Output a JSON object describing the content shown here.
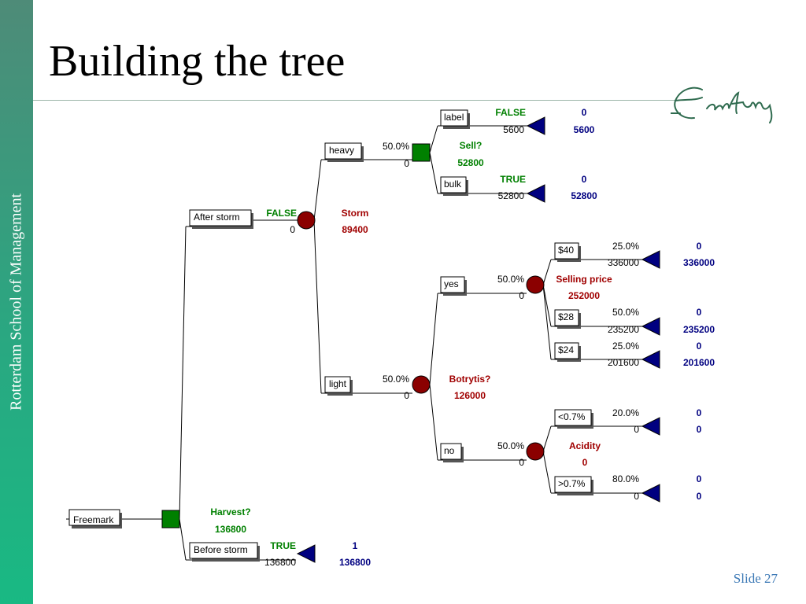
{
  "slide": {
    "title": "Building the tree",
    "sidebar_text": "Rotterdam School of Management",
    "footer": "Slide 27",
    "logo_text": "Erasmus"
  },
  "tree": {
    "root_label": "Freemark",
    "harvest": {
      "name": "Harvest?",
      "value": "136800"
    },
    "before_storm": {
      "label": "Before storm",
      "flag": "TRUE",
      "payoff": "136800",
      "prob": "1",
      "value": "136800"
    },
    "after_storm": {
      "label": "After storm",
      "flag": "FALSE",
      "payoff": "0"
    },
    "storm": {
      "name": "Storm",
      "value": "89400"
    },
    "heavy": {
      "label": "heavy",
      "prob": "50.0%",
      "payoff": "0"
    },
    "sell": {
      "name": "Sell?",
      "value": "52800"
    },
    "label_branch": {
      "label": "label",
      "flag": "FALSE",
      "payoff": "5600",
      "prob": "0",
      "value": "5600"
    },
    "bulk": {
      "label": "bulk",
      "flag": "TRUE",
      "payoff": "52800",
      "prob": "0",
      "value": "52800"
    },
    "light": {
      "label": "light",
      "prob": "50.0%",
      "payoff": "0"
    },
    "botrytis": {
      "name": "Botrytis?",
      "value": "126000"
    },
    "yes": {
      "label": "yes",
      "prob": "50.0%",
      "payoff": "0"
    },
    "selling_price": {
      "name": "Selling price",
      "value": "252000"
    },
    "p40": {
      "label": "$40",
      "prob": "25.0%",
      "payoff": "336000",
      "end_prob": "0",
      "value": "336000"
    },
    "p28": {
      "label": "$28",
      "prob": "50.0%",
      "payoff": "235200",
      "end_prob": "0",
      "value": "235200"
    },
    "p24": {
      "label": "$24",
      "prob": "25.0%",
      "payoff": "201600",
      "end_prob": "0",
      "value": "201600"
    },
    "no": {
      "label": "no",
      "prob": "50.0%",
      "payoff": "0"
    },
    "acidity": {
      "name": "Acidity",
      "value": "0"
    },
    "lt07": {
      "label": "<0.7%",
      "prob": "20.0%",
      "payoff": "0",
      "end_prob": "0",
      "value": "0"
    },
    "gt07": {
      "label": ">0.7%",
      "prob": "80.0%",
      "payoff": "0",
      "end_prob": "0",
      "value": "0"
    }
  },
  "colors": {
    "sidebar": "#2aa781",
    "decision_node": "#008000",
    "chance_node": "#8b0000",
    "terminal_node": "#000080",
    "decision_text": "#008000",
    "chance_text": "#a00000",
    "terminal_text": "#000080",
    "footer_text": "#3b78b5"
  }
}
